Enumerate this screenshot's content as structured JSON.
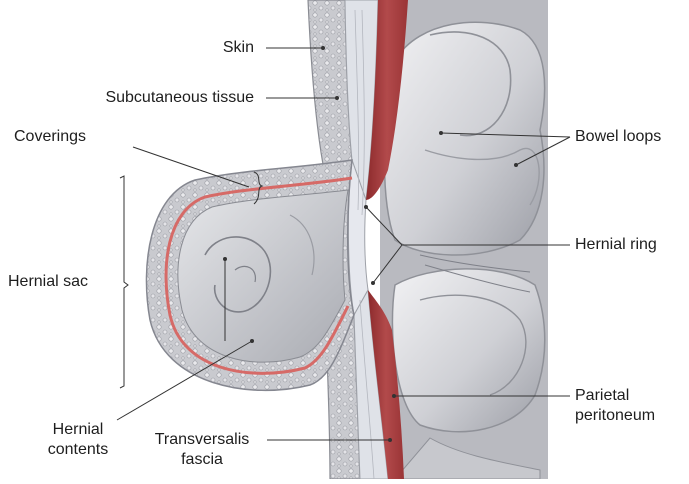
{
  "labels": {
    "skin": "Skin",
    "subcutaneous_tissue": "Subcutaneous tissue",
    "coverings": "Coverings",
    "hernial_sac": "Hernial sac",
    "hernial_contents_line1": "Hernial",
    "hernial_contents_line2": "contents",
    "transversalis_fascia_line1": "Transversalis",
    "transversalis_fascia_line2": "fascia",
    "bowel_loops": "Bowel loops",
    "hernial_ring": "Hernial ring",
    "parietal_peritoneum_line1": "Parietal",
    "parietal_peritoneum_line2": "peritoneum"
  }
}
